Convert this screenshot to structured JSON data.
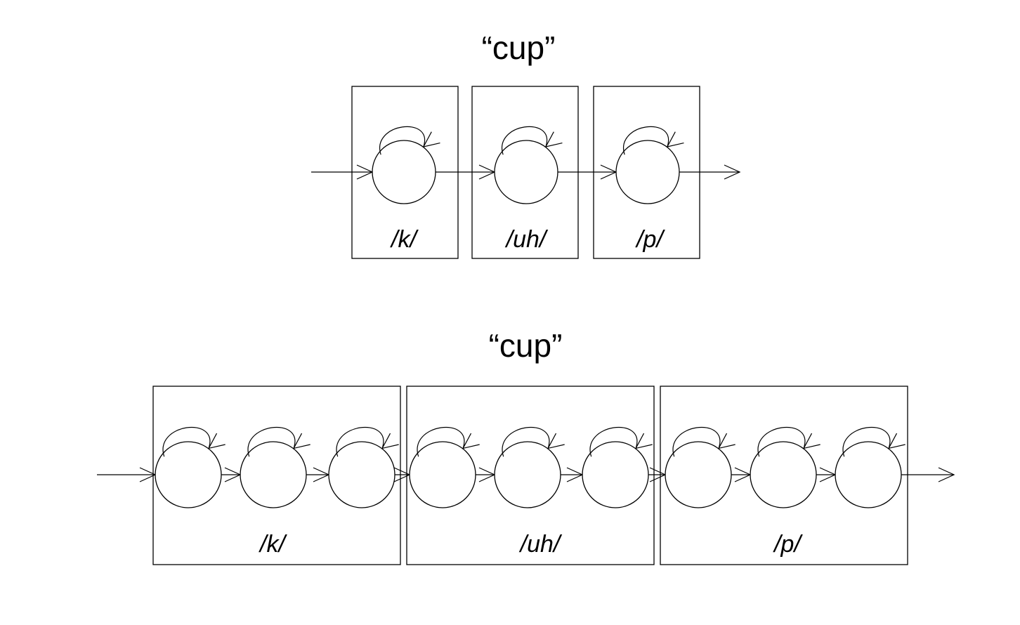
{
  "top": {
    "title": "“cup”",
    "phones": [
      "/k/",
      "/uh/",
      "/p/"
    ]
  },
  "bottom": {
    "title": "“cup”",
    "phones": [
      "/k/",
      "/uh/",
      "/p/"
    ]
  }
}
